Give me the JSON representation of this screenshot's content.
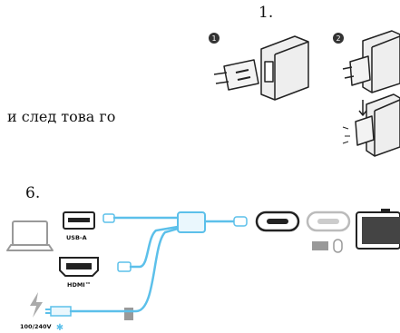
{
  "step_top": "1.",
  "caption": "и след това го",
  "step_bottom": "6.",
  "badges": [
    "1",
    "2"
  ],
  "ports": {
    "usb": "USB-A",
    "hdmi": "HDMI™",
    "power": "100/240V"
  },
  "colors": {
    "cable": "#5cc0ea",
    "line": "#222222",
    "device": "#888888"
  },
  "icons": [
    "plug-adapter-icon",
    "laptop-icon",
    "usb-a-port-icon",
    "hdmi-port-icon",
    "power-bolt-icon",
    "usb-c-connector-icon",
    "monitor-icon",
    "keyboard-mouse-icon"
  ]
}
